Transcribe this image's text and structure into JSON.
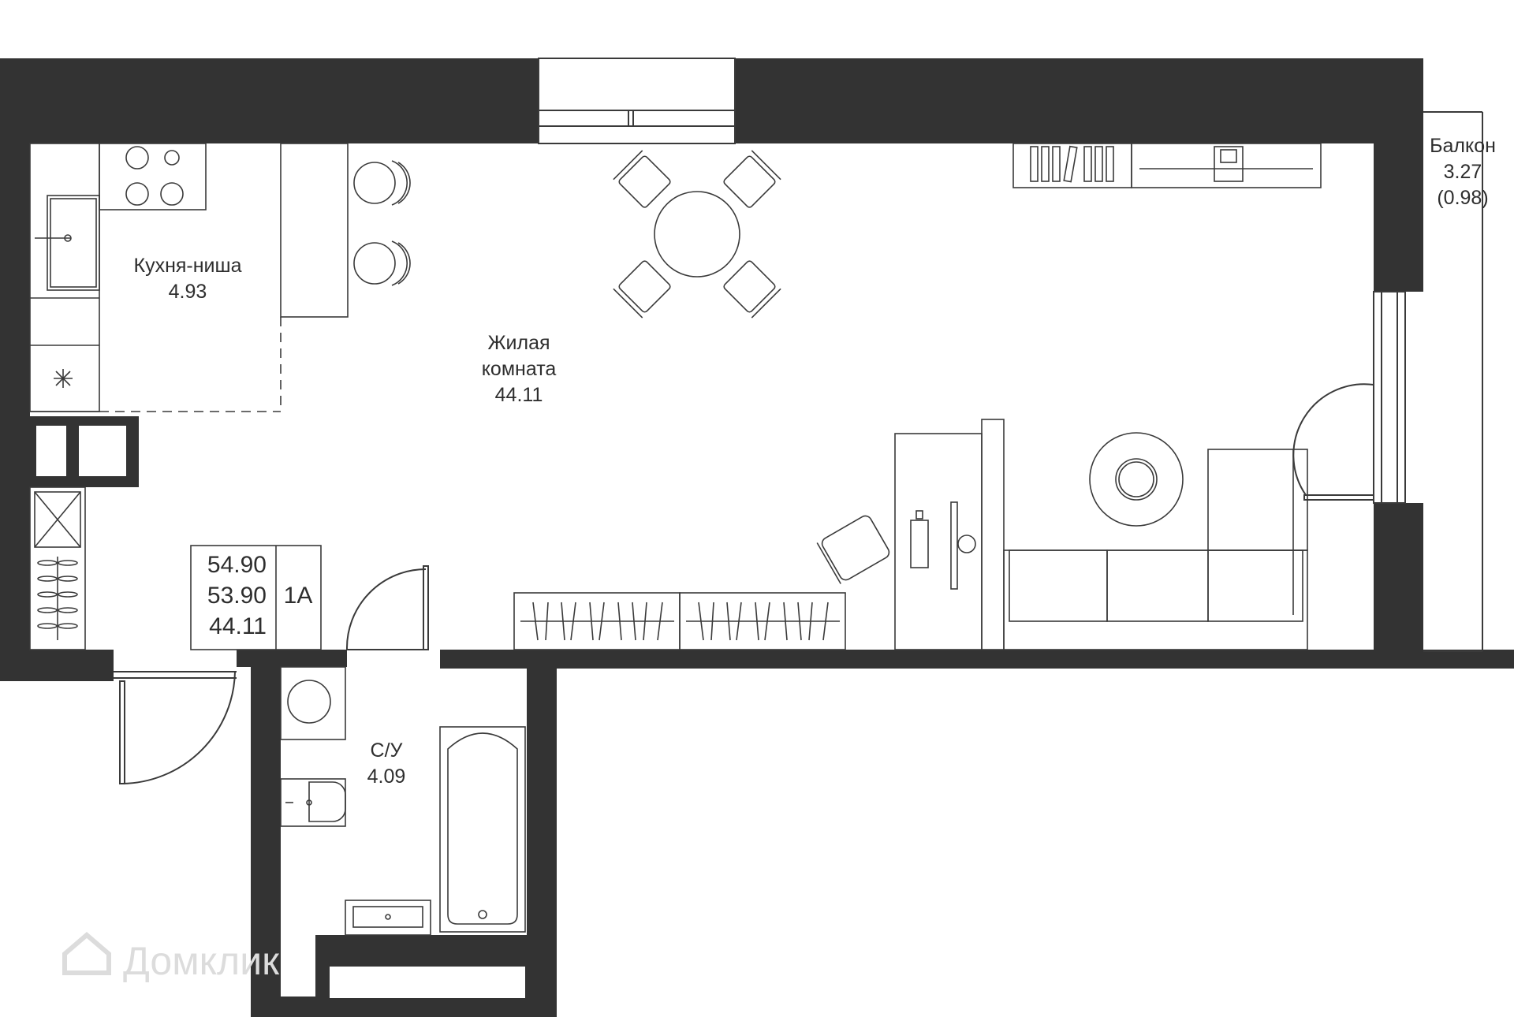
{
  "rooms": {
    "kitchen": {
      "name": "Кухня-ниша",
      "area": "4.93"
    },
    "living": {
      "name_line1": "Жилая",
      "name_line2": "комната",
      "area": "44.11"
    },
    "bathroom": {
      "name": "С/У",
      "area": "4.09"
    },
    "balcony": {
      "name": "Балкон",
      "area": "3.27",
      "area_reduced": "(0.98)"
    }
  },
  "summary": {
    "total_area": "54.90",
    "area_without_balcony": "53.90",
    "living_area": "44.11",
    "apartment_type": "1А"
  },
  "watermark": {
    "text": "Домклик"
  },
  "colors": {
    "wall": "#333333",
    "line": "#3a3a3a",
    "background": "#ffffff"
  }
}
